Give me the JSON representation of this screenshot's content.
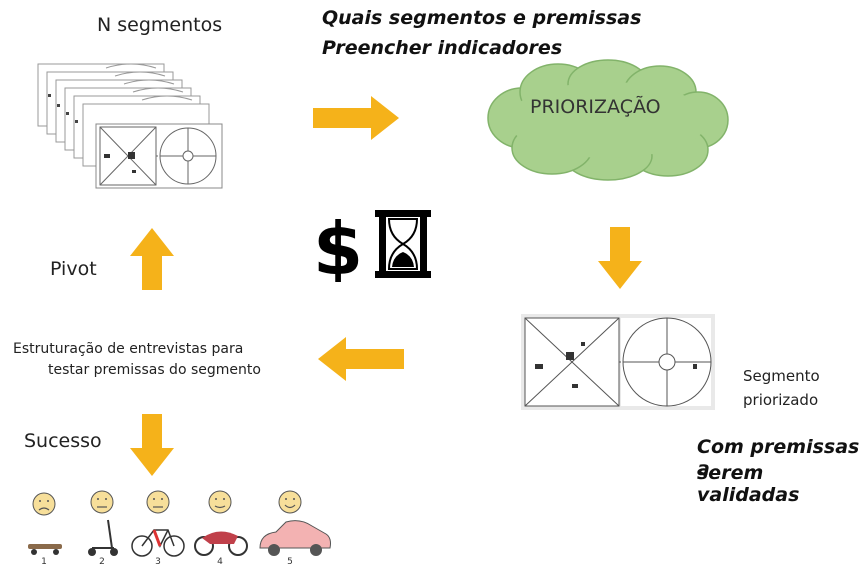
{
  "top_left_label": "N segmentos",
  "top_right_line1": "Quais segmentos e premissas",
  "top_right_line2": "Preencher indicadores",
  "cloud_label": "PRIORIZAÇÃO",
  "pivot_label": "Pivot",
  "interviews_line1": "Estruturação de entrevistas para",
  "interviews_line2": "testar premissas do segmento",
  "success_label": "Sucesso",
  "segment_line1": "Segmento",
  "segment_line2": "priorizado",
  "hypotheses_line1": "Com premissas a",
  "hypotheses_line2": "serem validadas",
  "icons": [
    "dollar-icon",
    "hourglass-icon"
  ],
  "mvp_numbers": [
    "1",
    "2",
    "3",
    "4",
    "5"
  ],
  "colors": {
    "arrow": "#f5b21a",
    "cloud": "#a8d08d",
    "cloud_stroke": "#82b36a"
  }
}
